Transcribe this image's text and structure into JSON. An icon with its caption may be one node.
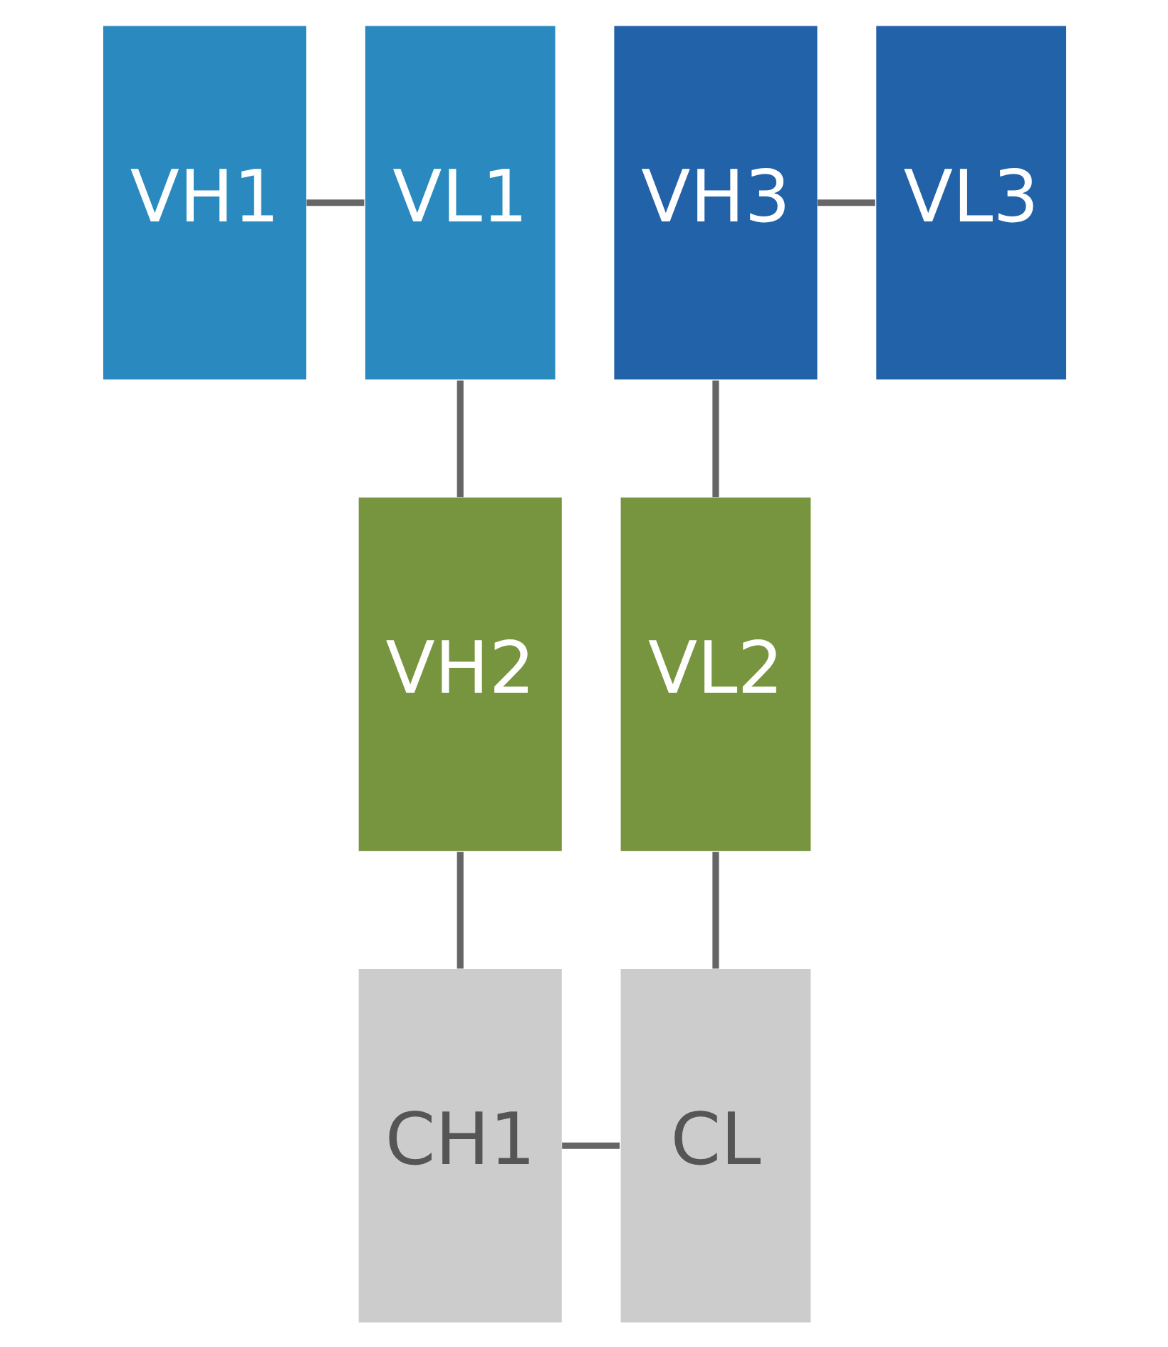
{
  "diagram": {
    "nodes": [
      {
        "text": [
          "VH1"
        ]
      },
      {
        "text": [
          "VL1"
        ]
      },
      {
        "text": [
          "VH3"
        ]
      },
      {
        "text": [
          "VL3"
        ]
      },
      {
        "text": [
          "VH2"
        ]
      },
      {
        "text": [
          "VL2"
        ]
      },
      {
        "text": [
          "CH1"
        ]
      },
      {
        "text": [
          "CL"
        ]
      }
    ],
    "edges": [
      {
        "from": 0,
        "to": 1,
        "arrow": "none"
      },
      {
        "from": 1,
        "to": 4,
        "arrow": "none"
      },
      {
        "from": 2,
        "to": 3,
        "arrow": "none"
      },
      {
        "from": 2,
        "to": 5,
        "arrow": "none"
      },
      {
        "from": 4,
        "to": 6,
        "arrow": "none"
      },
      {
        "from": 5,
        "to": 7,
        "arrow": "none"
      },
      {
        "from": 6,
        "to": 7,
        "arrow": "none"
      }
    ]
  }
}
